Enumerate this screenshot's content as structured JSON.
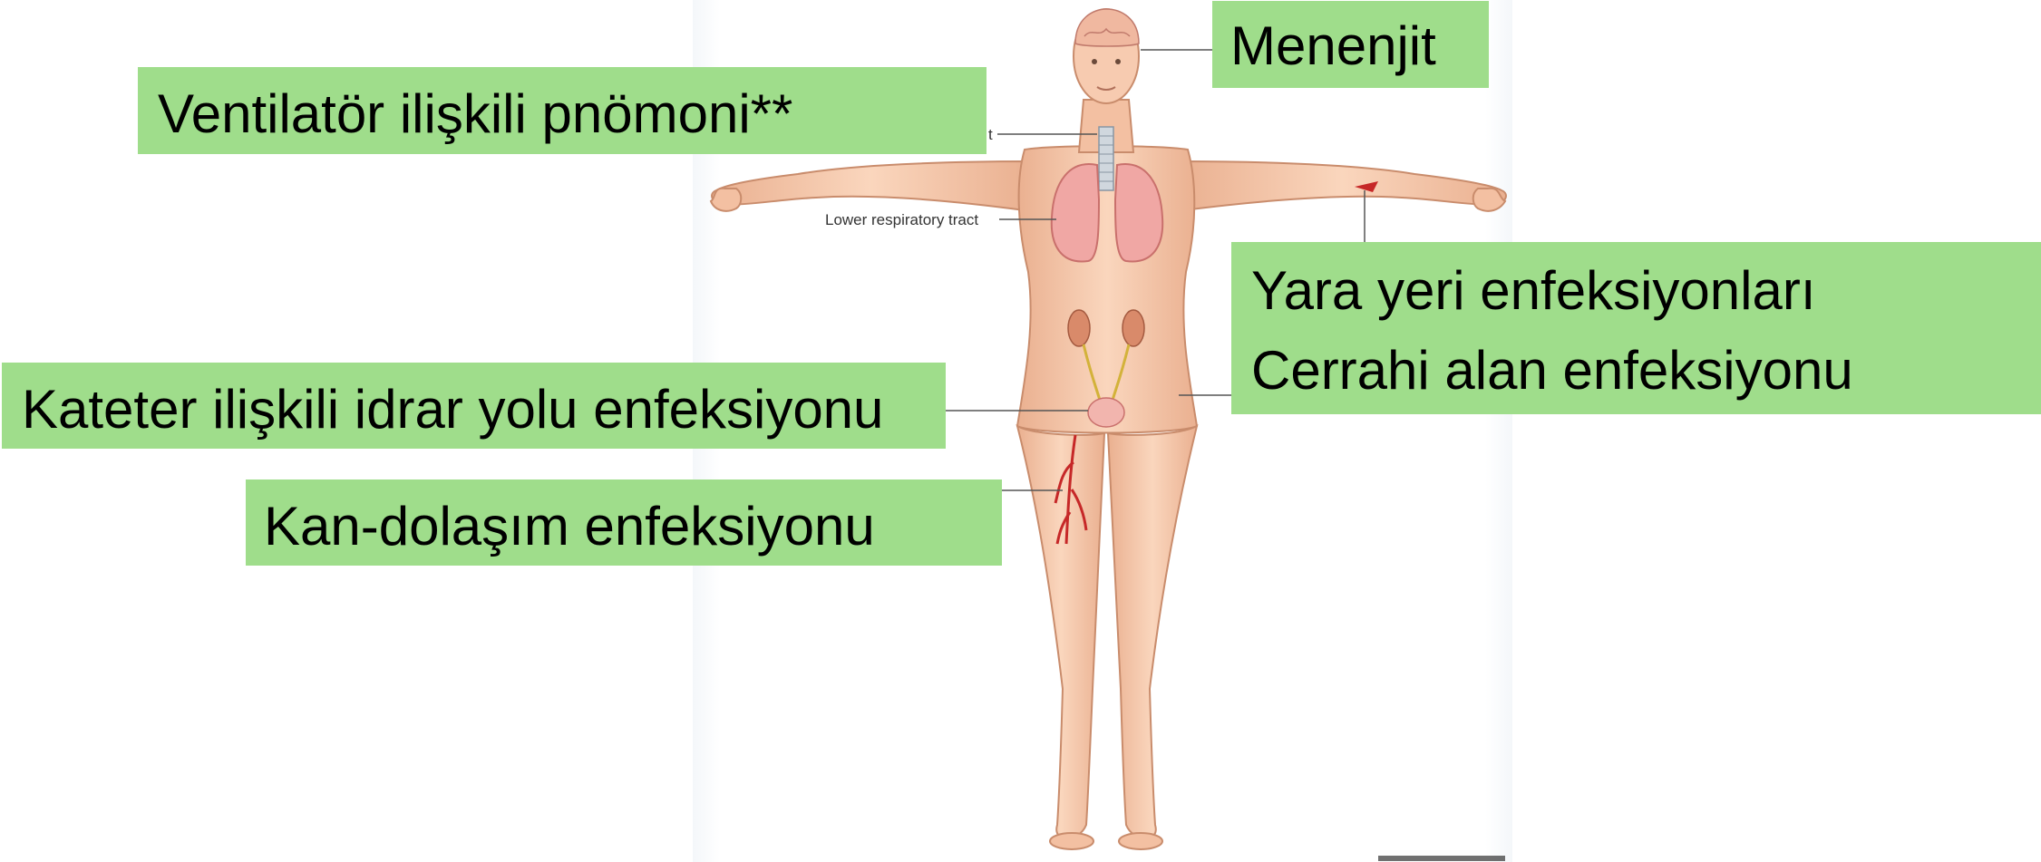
{
  "labels": {
    "menenjit": "Menenjit",
    "vap": "Ventilatör ilişkili pnömoni**",
    "wound_line1": "Yara yeri enfeksiyonları",
    "wound_line2": "Cerrahi alan enfeksiyonu",
    "cauti": "Kateter ilişkili idrar yolu enfeksiyonu",
    "bsi": "Kan-dolaşım enfeksiyonu"
  },
  "figure": {
    "upper_tract_fragment": "t",
    "lower_respiratory_tract": "Lower respiratory tract"
  },
  "colors": {
    "label_background": "#9fdd8b",
    "skin": "#f6c7a8",
    "lungs": "#f0a7a4",
    "kidneys": "#d98a6a",
    "vessels": "#c62828"
  }
}
